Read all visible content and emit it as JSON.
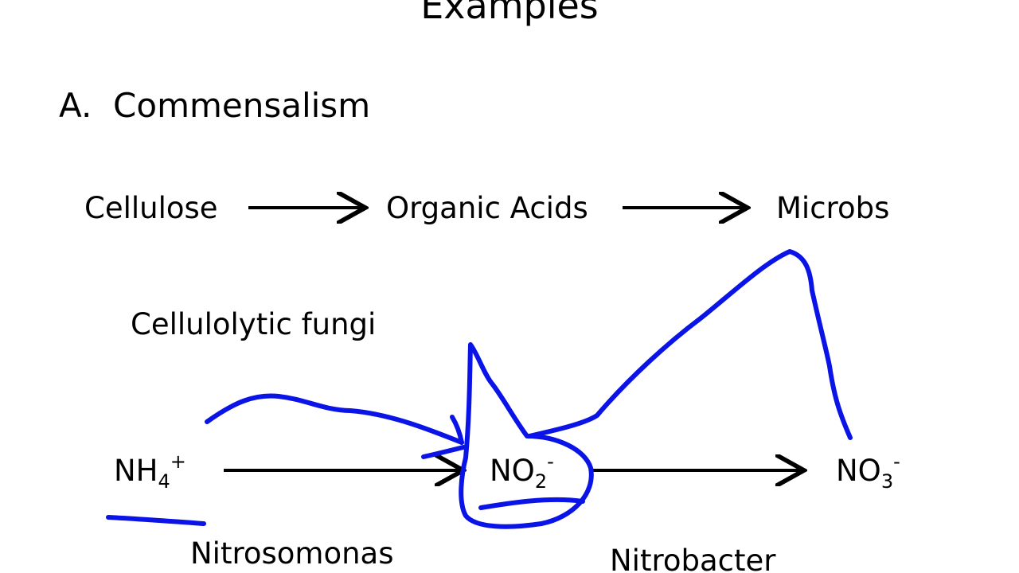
{
  "slide": {
    "title": "Examples",
    "heading": "A.  Commensalism"
  },
  "chain_top": {
    "step1": "Cellulose",
    "step2": "Organic Acids",
    "step3": "Microbs",
    "organism": "Cellulolytic fungi"
  },
  "chain_bottom": {
    "ammonium": {
      "base": "NH",
      "sub": "4",
      "sup": "+"
    },
    "nitrite": {
      "base": "NO",
      "sub": "2",
      "sup": "-"
    },
    "nitrate": {
      "base": "NO",
      "sub": "3",
      "sup": "-"
    },
    "organism1": "Nitrosomonas",
    "organism2": "Nitrobacter"
  },
  "colors": {
    "text": "#000000",
    "ink": "#0a14e6",
    "arrow": "#000000"
  }
}
